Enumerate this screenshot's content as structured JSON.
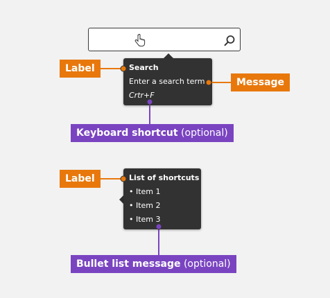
{
  "search_box": {
    "value": ""
  },
  "tooltip_search": {
    "label": "Search",
    "message": "Enter a search term",
    "shortcut": "Crtr+F"
  },
  "tooltip_list": {
    "label": "List of shortcuts",
    "items": [
      "• Item 1",
      "• Item 2",
      "• Item 3"
    ]
  },
  "callouts": {
    "label_1": "Label",
    "message": "Message",
    "shortcut_main": "Keyboard shortcut",
    "shortcut_optional": " (optional)",
    "label_2": "Label",
    "bullet_main": "Bullet list message",
    "bullet_optional": " (optional)"
  },
  "colors": {
    "orange": "#e8780c",
    "purple": "#7a44c1",
    "tooltip_bg": "#323232"
  },
  "icons": [
    "hand-cursor-icon",
    "magnifier-icon"
  ]
}
